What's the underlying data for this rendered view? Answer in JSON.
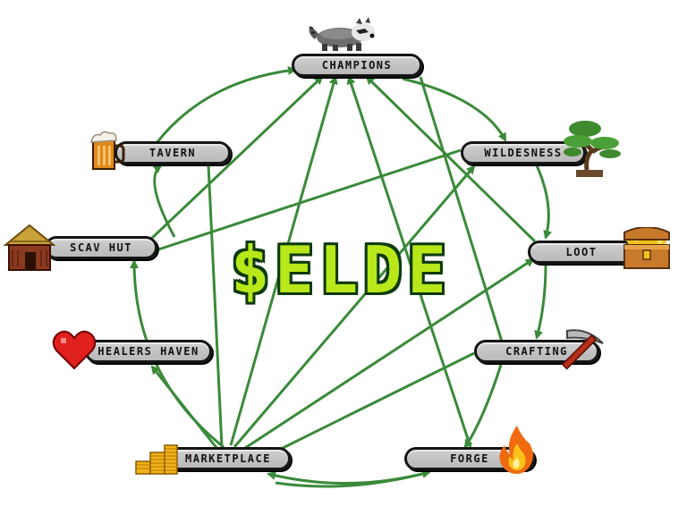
{
  "title": "$ELDE",
  "colors": {
    "edge": "#3a8a3a",
    "node_fill": "#c4c4c4",
    "node_border": "#151515",
    "title_fill": "#b8e81a",
    "title_outline": "#0d3a0d"
  },
  "nodes": [
    {
      "id": "champions",
      "label": "CHAMPIONS",
      "icon": "raccoon-icon"
    },
    {
      "id": "wildesness",
      "label": "WILDESNESS",
      "icon": "bonsai-tree-icon"
    },
    {
      "id": "loot",
      "label": "LOOT",
      "icon": "treasure-chest-icon"
    },
    {
      "id": "crafting",
      "label": "CRAFTING",
      "icon": "pickaxe-icon"
    },
    {
      "id": "forge",
      "label": "FORGE",
      "icon": "fire-icon"
    },
    {
      "id": "marketplace",
      "label": "MARKETPLACE",
      "icon": "gold-coins-icon"
    },
    {
      "id": "healers",
      "label": "HEALERS HAVEN",
      "icon": "heart-icon"
    },
    {
      "id": "scav",
      "label": "SCAV HUT",
      "icon": "hut-icon"
    },
    {
      "id": "tavern",
      "label": "TAVERN",
      "icon": "beer-mug-icon"
    }
  ]
}
